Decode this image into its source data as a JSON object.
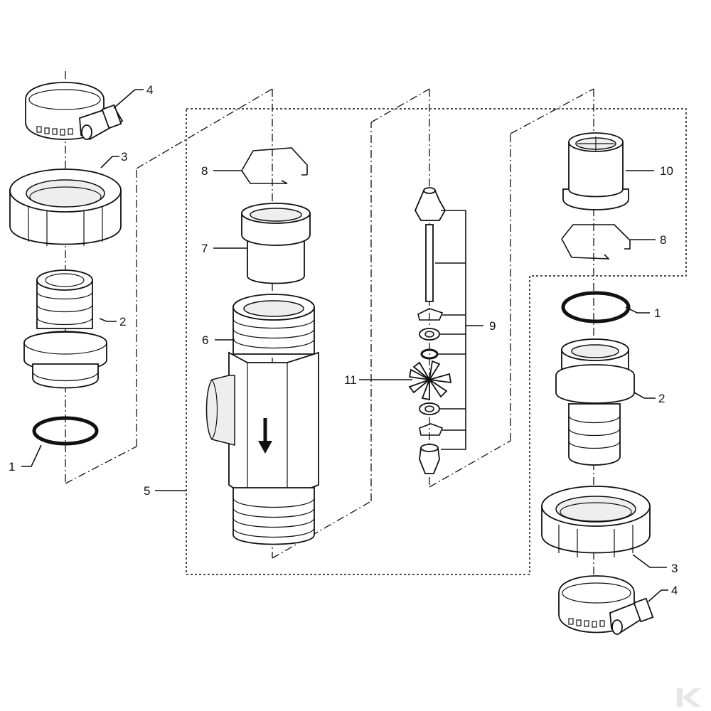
{
  "callouts": {
    "left_clamp": "4",
    "left_nut": "3",
    "left_tail": "2",
    "left_oring": "1",
    "assembly": "5",
    "body": "6",
    "sleeve": "7",
    "clip_top": "8",
    "shaft_set": "9",
    "cap": "10",
    "clip_right": "8",
    "right_oring": "1",
    "right_tail": "2",
    "right_nut": "3",
    "right_clamp": "4",
    "impeller": "11"
  },
  "colors": {
    "line": "#111111",
    "fill": "#ffffff",
    "logo": "#e6e6e6"
  },
  "logo": {
    "icon": "brand-k-logo-icon"
  }
}
